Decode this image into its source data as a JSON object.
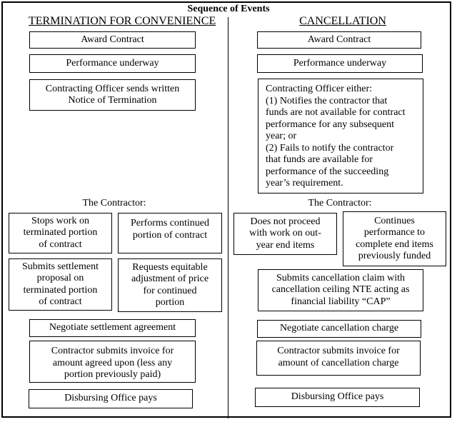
{
  "title": "Sequence of Events",
  "left": {
    "heading": "TERMINATION FOR CONVENIENCE",
    "award": "Award Contract",
    "performance": "Performance underway",
    "notice": "Contracting Officer sends written\nNotice of Termination",
    "contractor_label": "The Contractor:",
    "stops_work": "Stops work on\nterminated portion\nof contract",
    "performs_continued": "Performs continued\nportion of contract",
    "submits_settlement": "Submits settlement\nproposal on\nterminated portion\nof contract",
    "requests_adjustment": "Requests equitable\nadjustment of price\nfor continued\nportion",
    "negotiate": "Negotiate settlement agreement",
    "invoice": "Contractor submits invoice for\namount agreed upon (less any\nportion previously paid)",
    "pays": "Disbursing Office pays"
  },
  "right": {
    "heading": "CANCELLATION",
    "award": "Award Contract",
    "performance": "Performance underway",
    "officer": "Contracting Officer either:\n(1) Notifies the contractor that\nfunds are not available for contract\nperformance for any subsequent\nyear; or\n(2) Fails to notify the contractor\nthat funds are available for\nperformance of the succeeding\nyear’s requirement.",
    "contractor_label": "The Contractor:",
    "not_proceed": "Does not proceed\nwith work on out-\nyear end items",
    "continues": "Continues\nperformance to\ncomplete end items\npreviously funded",
    "claim": "Submits cancellation claim with\ncancellation ceiling NTE acting as\nfinancial liability “CAP”",
    "negotiate": "Negotiate cancellation charge",
    "invoice": "Contractor submits invoice for\namount of cancellation charge",
    "pays": "Disbursing Office pays"
  }
}
